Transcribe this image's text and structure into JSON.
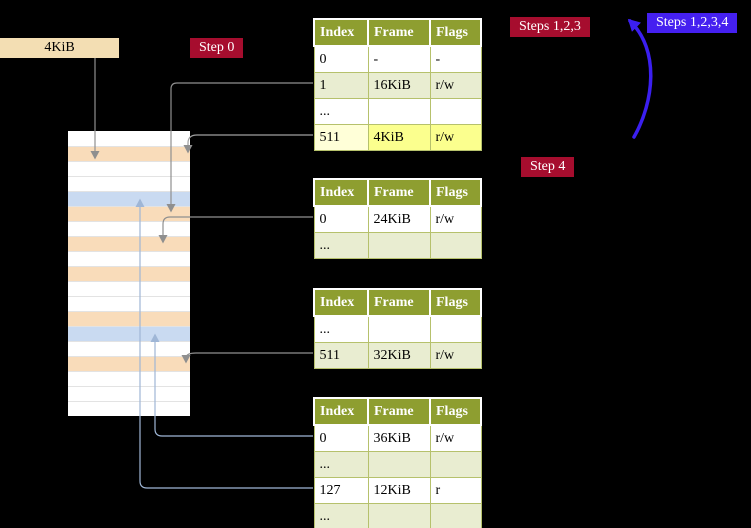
{
  "labels": {
    "frame_size": "4KiB",
    "step0": "Step 0",
    "steps123": "Steps 1,2,3",
    "steps1234": "Steps 1,2,3,4",
    "step4": "Step 4"
  },
  "colors": {
    "background": "#000000",
    "crimson_label": "#a60d2e",
    "blue_label": "#4520f0",
    "table_header_olive": "#8e9e30",
    "row_green": "#e9edd1",
    "row_yellow_highlight": "#fbff8e",
    "frame_peach": "#f9dcba",
    "frame_blue": "#c9daf1",
    "wheat_box": "#f3deb3",
    "arrow_gray": "#8f8f8f",
    "arrow_lightblue": "#9fb6d6",
    "curve_blue": "#3b1ff0"
  },
  "memory_strip": {
    "rows": [
      "white",
      "peach",
      "white",
      "white",
      "blue",
      "peach",
      "white",
      "peach",
      "white",
      "peach",
      "white",
      "white",
      "peach",
      "blue",
      "white",
      "peach",
      "white",
      "white",
      "white"
    ]
  },
  "tables": [
    {
      "headers": [
        "Index",
        "Frame",
        "Flags"
      ],
      "rows": [
        {
          "cells": [
            "0",
            "-",
            "-"
          ]
        },
        {
          "cells": [
            "1",
            "16KiB",
            "r/w"
          ]
        },
        {
          "cells": [
            "...",
            "",
            ""
          ]
        },
        {
          "cells": [
            "511",
            "4KiB",
            "r/w"
          ]
        }
      ]
    },
    {
      "headers": [
        "Index",
        "Frame",
        "Flags"
      ],
      "rows": [
        {
          "cells": [
            "0",
            "24KiB",
            "r/w"
          ]
        },
        {
          "cells": [
            "...",
            "",
            ""
          ]
        }
      ]
    },
    {
      "headers": [
        "Index",
        "Frame",
        "Flags"
      ],
      "rows": [
        {
          "cells": [
            "...",
            "",
            ""
          ]
        },
        {
          "cells": [
            "511",
            "32KiB",
            "r/w"
          ]
        }
      ]
    },
    {
      "headers": [
        "Index",
        "Frame",
        "Flags"
      ],
      "rows": [
        {
          "cells": [
            "0",
            "36KiB",
            "r/w"
          ]
        },
        {
          "cells": [
            "...",
            "",
            ""
          ]
        },
        {
          "cells": [
            "127",
            "12KiB",
            "r"
          ]
        },
        {
          "cells": [
            "...",
            "",
            ""
          ]
        }
      ]
    }
  ]
}
